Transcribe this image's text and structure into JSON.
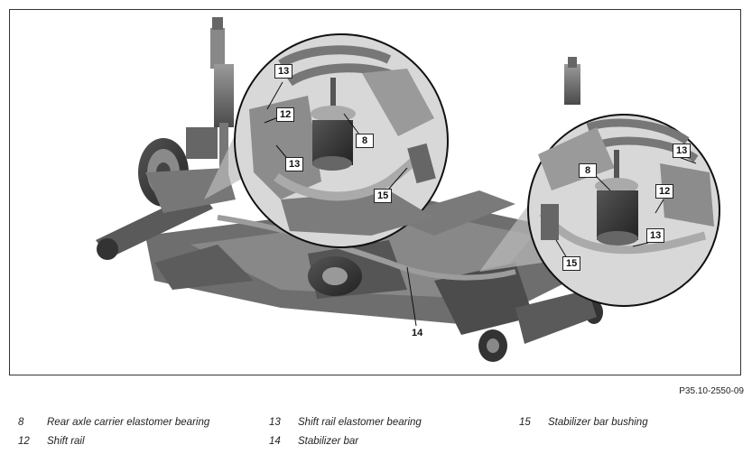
{
  "figure": {
    "code": "P35.10-2550-09",
    "callouts": {
      "left_circle": [
        "13",
        "12",
        "8",
        "13",
        "15"
      ],
      "right_circle": [
        "8",
        "13",
        "12",
        "13",
        "15"
      ],
      "main": "14"
    }
  },
  "legend": [
    {
      "num": "8",
      "text": "Rear axle carrier elastomer bearing"
    },
    {
      "num": "12",
      "text": "Shift rail"
    },
    {
      "num": "13",
      "text": "Shift rail elastomer bearing"
    },
    {
      "num": "14",
      "text": "Stabilizer bar"
    },
    {
      "num": "15",
      "text": "Stabilizer bar bushing"
    }
  ]
}
